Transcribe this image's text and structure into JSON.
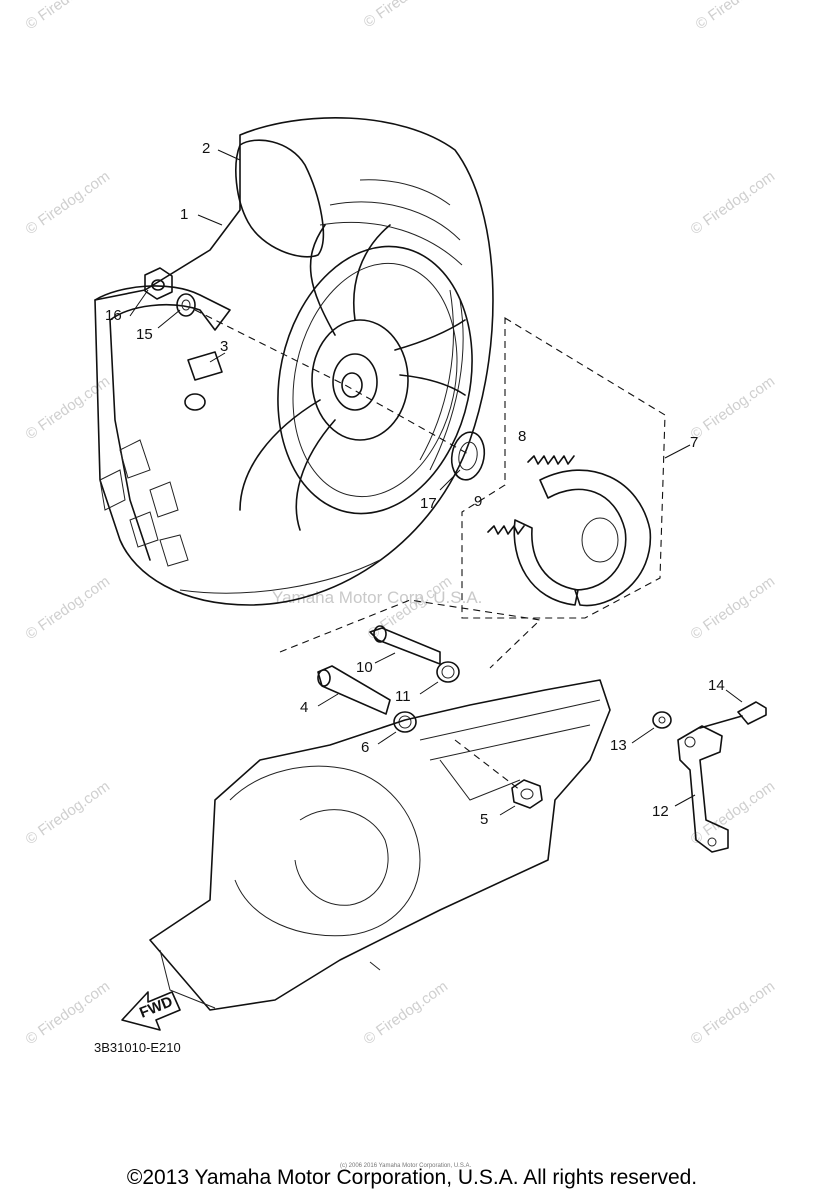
{
  "watermarks": {
    "site": "© Firedog.com",
    "center": "Yamaha Motor Corp, U.S.A."
  },
  "callouts": [
    "1",
    "2",
    "3",
    "4",
    "5",
    "6",
    "7",
    "8",
    "9",
    "10",
    "11",
    "12",
    "13",
    "14",
    "15",
    "16",
    "17"
  ],
  "fwd_label": "FWD",
  "diagram_code": "3B31010-E210",
  "tiny_copyright": "(c) 2006 2016 Yamaha Motor Corporation, U.S.A.",
  "copyright": "©2013 Yamaha Motor Corporation, U.S.A. All rights reserved."
}
